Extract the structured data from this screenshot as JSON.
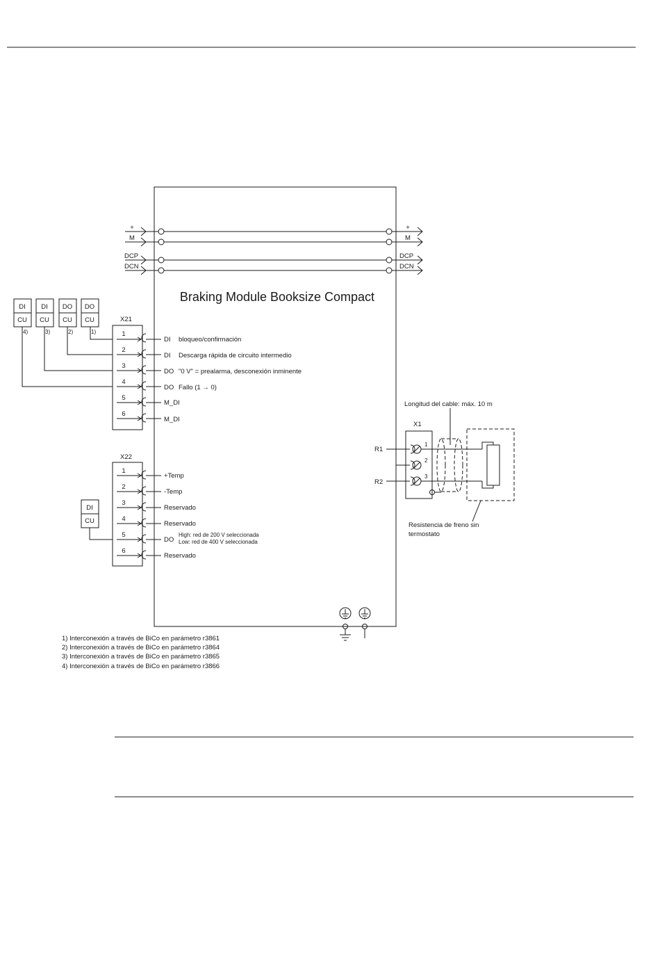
{
  "title": "Braking Module Booksize Compact",
  "busbars": {
    "left": [
      "+",
      "M",
      "DCP",
      "DCN"
    ],
    "right": [
      "+",
      "M",
      "DCP",
      "DCN"
    ]
  },
  "cu_boxes_top": [
    {
      "top": "DI",
      "bottom": "CU",
      "note": "4)"
    },
    {
      "top": "DI",
      "bottom": "CU",
      "note": "3)"
    },
    {
      "top": "DO",
      "bottom": "CU",
      "note": "2)"
    },
    {
      "top": "DO",
      "bottom": "CU",
      "note": "1)"
    }
  ],
  "x21": {
    "label": "X21",
    "pins": [
      {
        "num": "1",
        "type": "DI",
        "desc": "bloqueo/confirmación"
      },
      {
        "num": "2",
        "type": "DI",
        "desc": "Descarga rápida de circuito intermedio"
      },
      {
        "num": "3",
        "type": "DO",
        "desc": "\"0 V\" = prealarma, desconexión inminente"
      },
      {
        "num": "4",
        "type": "DO",
        "desc": "Fallo (1 → 0)"
      },
      {
        "num": "5",
        "type": "M_DI",
        "desc": ""
      },
      {
        "num": "6",
        "type": "M_DI",
        "desc": ""
      }
    ]
  },
  "x22": {
    "label": "X22",
    "pins": [
      {
        "num": "1",
        "type": "+Temp",
        "desc": ""
      },
      {
        "num": "2",
        "type": "-Temp",
        "desc": ""
      },
      {
        "num": "3",
        "type": "Reservado",
        "desc": ""
      },
      {
        "num": "4",
        "type": "Reservado",
        "desc": ""
      },
      {
        "num": "5",
        "type": "DO",
        "desc": ""
      },
      {
        "num": "6",
        "type": "Reservado",
        "desc": ""
      }
    ],
    "do_high": "High: red de 200 V seleccionada",
    "do_low": "Low:  red de 400 V seleccionada"
  },
  "cu_box_bottom": {
    "top": "DI",
    "bottom": "CU"
  },
  "x1": {
    "label": "X1",
    "pins": [
      "1",
      "2",
      "3"
    ],
    "r1": "R1",
    "r2": "R2"
  },
  "cable_note": "Longitud del cable: máx. 10 m",
  "resistor_note_line1": "Resistencia de freno sin",
  "resistor_note_line2": "termostato",
  "footnotes": [
    "1) Interconexión a través de BiCo en parámetro r3861",
    "2) Interconexión a través de BiCo en parámetro r3864",
    "3) Interconexión a través de BiCo en parámetro r3865",
    "4) Interconexión a través de BiCo en parámetro r3866"
  ]
}
